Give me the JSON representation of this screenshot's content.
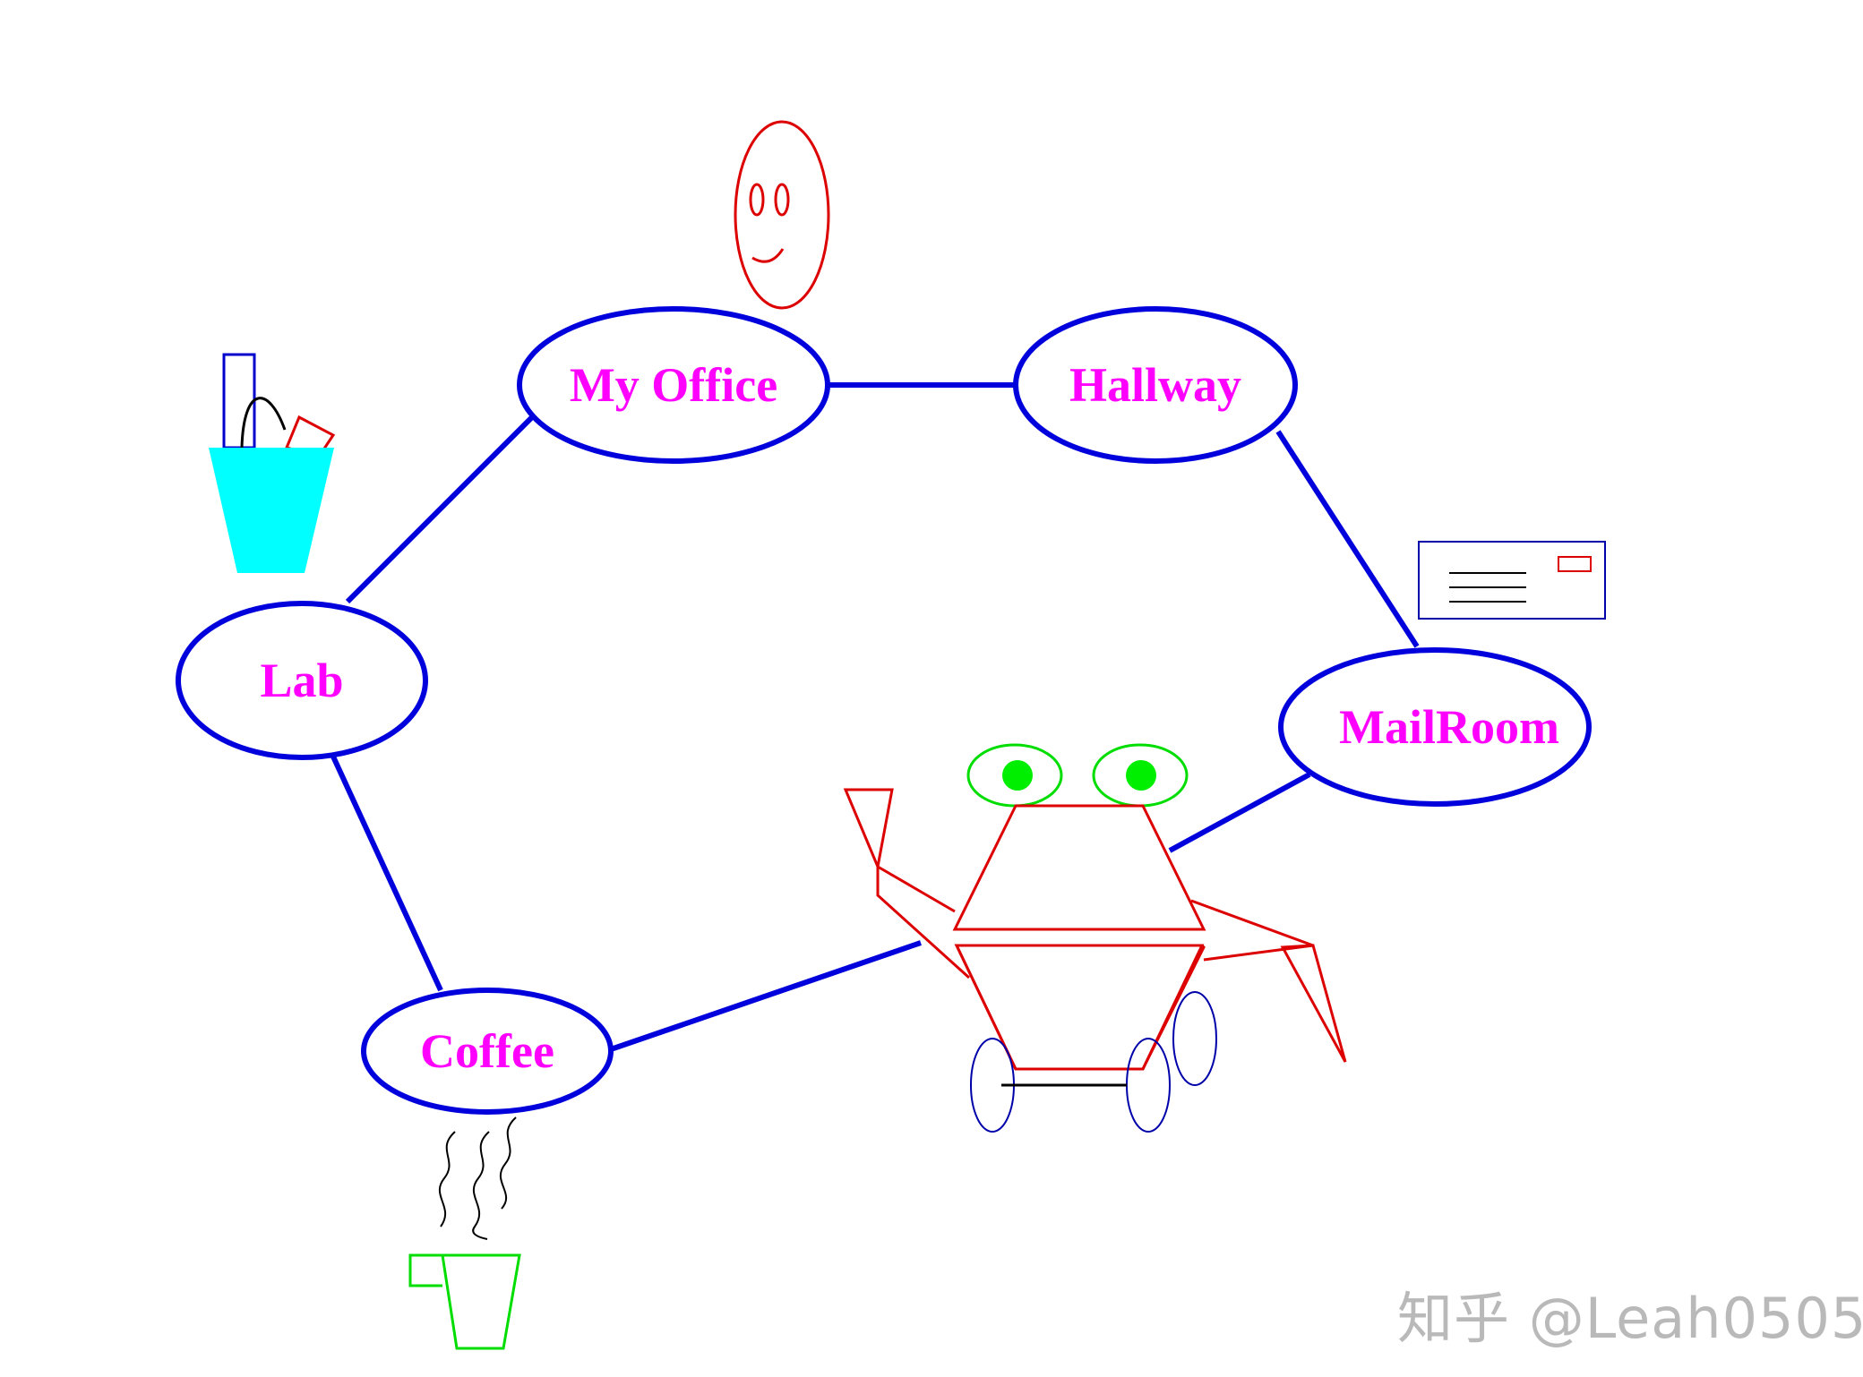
{
  "diagram": {
    "nodes": [
      {
        "id": "my-office",
        "label": "My Office"
      },
      {
        "id": "hallway",
        "label": "Hallway"
      },
      {
        "id": "lab",
        "label": "Lab"
      },
      {
        "id": "mailroom",
        "label": "MailRoom"
      },
      {
        "id": "coffee",
        "label": "Coffee"
      }
    ],
    "edges": [
      {
        "from": "My Office",
        "to": "Hallway"
      },
      {
        "from": "My Office",
        "to": "Lab"
      },
      {
        "from": "Hallway",
        "to": "MailRoom"
      },
      {
        "from": "Lab",
        "to": "Coffee"
      },
      {
        "from": "Coffee",
        "to": "robot"
      },
      {
        "from": "robot",
        "to": "MailRoom"
      }
    ],
    "icons": {
      "office": "smiley-face-icon",
      "lab": "lab-trash-bin-icon",
      "mailroom": "envelope-icon",
      "coffee": "coffee-cup-icon",
      "robot": "robot-icon"
    },
    "colors": {
      "node_outline": "#0000dd",
      "node_label": "#ff00ff",
      "robot": "#dd0000",
      "robot_eyes": "#00ee00",
      "cup": "#00dd00",
      "bin": "#00ffff"
    }
  },
  "watermark": "知乎 @Leah0505"
}
